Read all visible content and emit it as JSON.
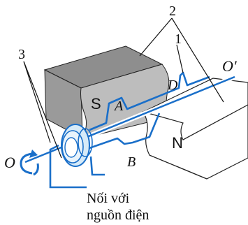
{
  "diagram": {
    "labels": {
      "num_2": "2",
      "num_1": "1",
      "num_3": "3",
      "O_prime": "O'",
      "O": "O",
      "D": "D",
      "A": "A",
      "B": "B",
      "S": "S",
      "N": "N",
      "caption_line1": "Nối với",
      "caption_line2": "nguồn điện"
    },
    "colors": {
      "wire": "#1a6fc9",
      "magnet_dark": "#8a8a8a",
      "magnet_light": "#c9c9c9",
      "outline": "#222222",
      "label": "#111111"
    }
  }
}
